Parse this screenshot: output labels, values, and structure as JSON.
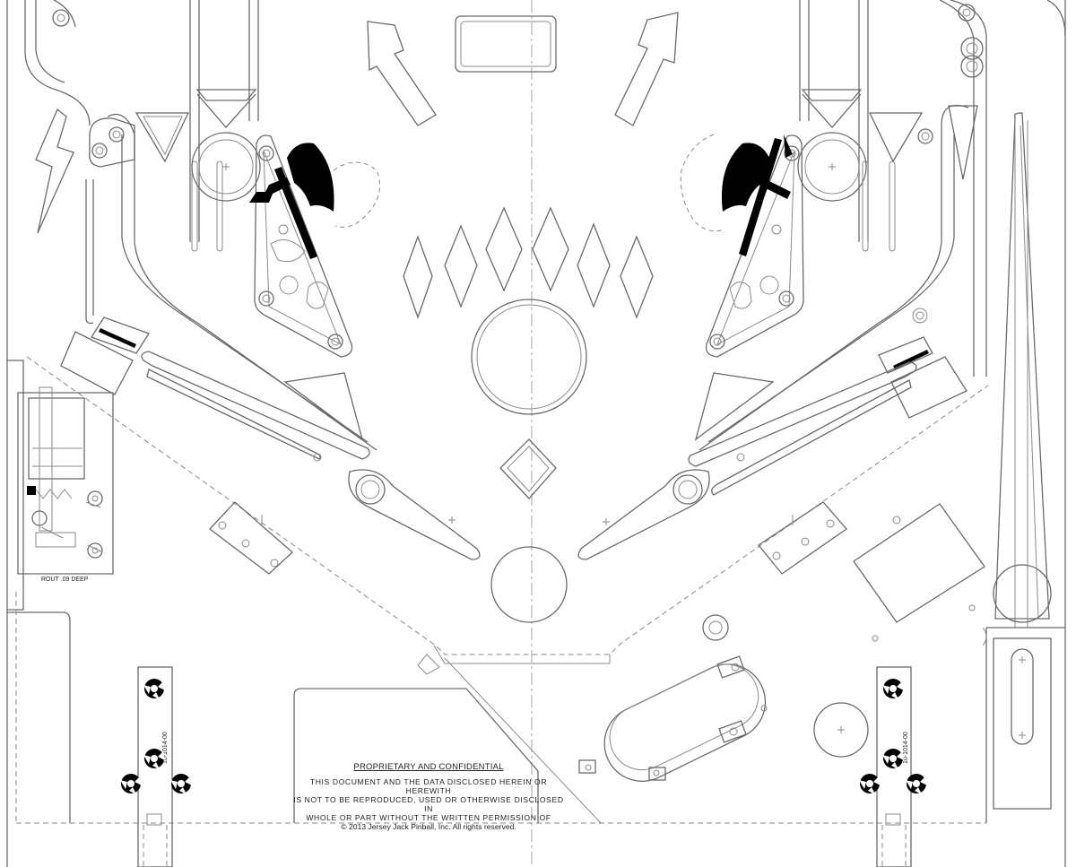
{
  "notice": {
    "heading": "PROPRIETARY AND CONFIDENTIAL",
    "body_lines": [
      "THIS DOCUMENT AND THE DATA DISCLOSED HEREIN OR HEREWITH",
      "IS NOT TO BE REPRODUCED, USED OR OTHERWISE DISCLOSED IN",
      "WHOLE OR PART WITHOUT THE WRITTEN PERMISSION OF"
    ],
    "copyright": "© 2013 Jersey Jack Pinball, Inc. All rights reserved."
  },
  "labels": {
    "rout_depth": "ROUT .09 DEEP",
    "part_left": "10-1014-00",
    "part_right": "10-1014-00"
  }
}
